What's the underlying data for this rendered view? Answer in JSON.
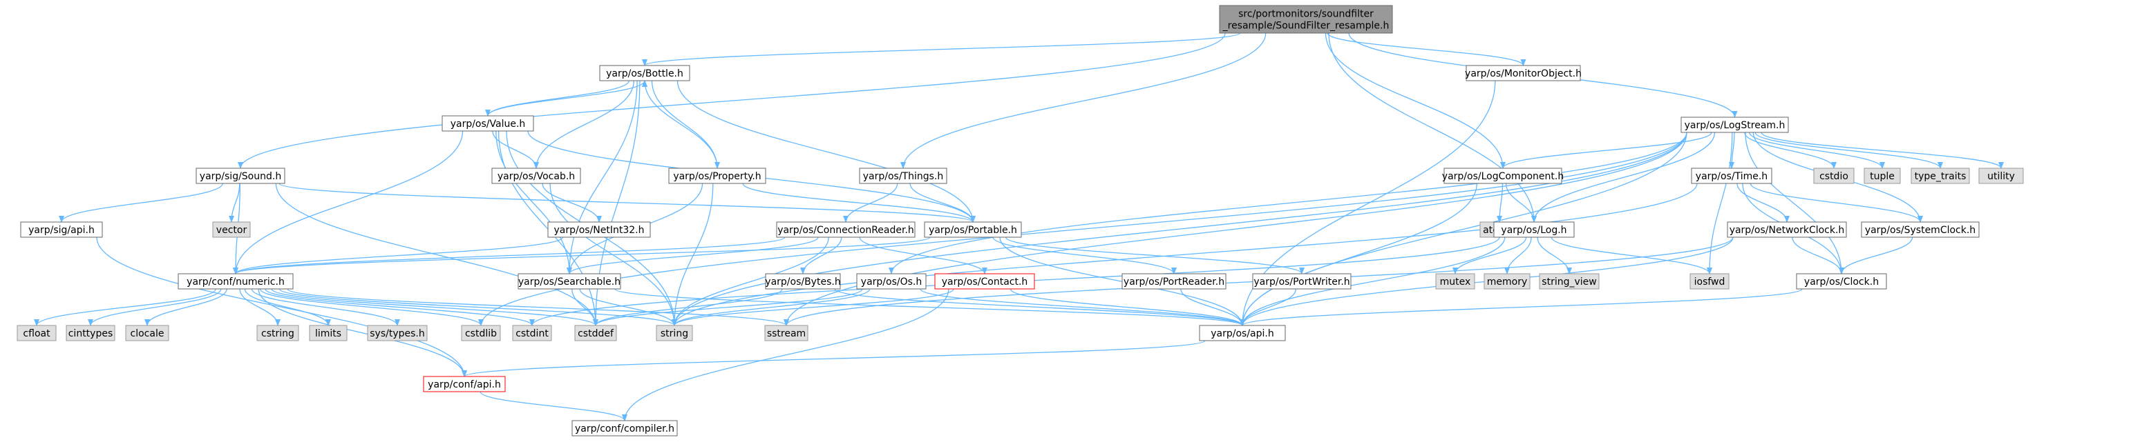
{
  "graph": {
    "edge_color": "#63b8ff",
    "colors": {
      "root_fill": "#999999",
      "root_stroke": "#666666",
      "node_fill": "#ffffff",
      "node_stroke": "#666666",
      "std_fill": "#e0e0e0",
      "std_stroke": "#999999",
      "red_stroke": "#ff0000"
    },
    "nodes": [
      {
        "id": "root",
        "lines": [
          "src/portmonitors/soundfilter",
          "_resample/SoundFilter_resample.h"
        ],
        "kind": "root"
      },
      {
        "id": "bottle",
        "lines": [
          "yarp/os/Bottle.h"
        ],
        "kind": "node"
      },
      {
        "id": "monitorobject",
        "lines": [
          "yarp/os/MonitorObject.h"
        ],
        "kind": "node"
      },
      {
        "id": "value",
        "lines": [
          "yarp/os/Value.h"
        ],
        "kind": "node"
      },
      {
        "id": "logstream",
        "lines": [
          "yarp/os/LogStream.h"
        ],
        "kind": "node"
      },
      {
        "id": "sound",
        "lines": [
          "yarp/sig/Sound.h"
        ],
        "kind": "node"
      },
      {
        "id": "vocab",
        "lines": [
          "yarp/os/Vocab.h"
        ],
        "kind": "node"
      },
      {
        "id": "property",
        "lines": [
          "yarp/os/Property.h"
        ],
        "kind": "node"
      },
      {
        "id": "things",
        "lines": [
          "yarp/os/Things.h"
        ],
        "kind": "node"
      },
      {
        "id": "logcomponent",
        "lines": [
          "yarp/os/LogComponent.h"
        ],
        "kind": "node"
      },
      {
        "id": "time",
        "lines": [
          "yarp/os/Time.h"
        ],
        "kind": "node"
      },
      {
        "id": "cstdio",
        "lines": [
          "cstdio"
        ],
        "kind": "std"
      },
      {
        "id": "tuple",
        "lines": [
          "tuple"
        ],
        "kind": "std"
      },
      {
        "id": "type_traits",
        "lines": [
          "type_traits"
        ],
        "kind": "std"
      },
      {
        "id": "utility",
        "lines": [
          "utility"
        ],
        "kind": "std"
      },
      {
        "id": "sigapi",
        "lines": [
          "yarp/sig/api.h"
        ],
        "kind": "node"
      },
      {
        "id": "vector",
        "lines": [
          "vector"
        ],
        "kind": "std"
      },
      {
        "id": "netint32",
        "lines": [
          "yarp/os/NetInt32.h"
        ],
        "kind": "node"
      },
      {
        "id": "portable",
        "lines": [
          "yarp/os/Portable.h"
        ],
        "kind": "node"
      },
      {
        "id": "connectionreader",
        "lines": [
          "yarp/os/ConnectionReader.h"
        ],
        "kind": "node"
      },
      {
        "id": "atomic",
        "lines": [
          "atomic"
        ],
        "kind": "std"
      },
      {
        "id": "log",
        "lines": [
          "yarp/os/Log.h"
        ],
        "kind": "node"
      },
      {
        "id": "networkclock",
        "lines": [
          "yarp/os/NetworkClock.h"
        ],
        "kind": "node"
      },
      {
        "id": "systemclock",
        "lines": [
          "yarp/os/SystemClock.h"
        ],
        "kind": "node"
      },
      {
        "id": "numeric",
        "lines": [
          "yarp/conf/numeric.h"
        ],
        "kind": "node"
      },
      {
        "id": "searchable",
        "lines": [
          "yarp/os/Searchable.h"
        ],
        "kind": "node"
      },
      {
        "id": "bytes",
        "lines": [
          "yarp/os/Bytes.h"
        ],
        "kind": "node"
      },
      {
        "id": "osos",
        "lines": [
          "yarp/os/Os.h"
        ],
        "kind": "node"
      },
      {
        "id": "contact",
        "lines": [
          "yarp/os/Contact.h"
        ],
        "kind": "red"
      },
      {
        "id": "portreader",
        "lines": [
          "yarp/os/PortReader.h"
        ],
        "kind": "node"
      },
      {
        "id": "portwriter",
        "lines": [
          "yarp/os/PortWriter.h"
        ],
        "kind": "node"
      },
      {
        "id": "mutex",
        "lines": [
          "mutex"
        ],
        "kind": "std"
      },
      {
        "id": "memory",
        "lines": [
          "memory"
        ],
        "kind": "std"
      },
      {
        "id": "string_view",
        "lines": [
          "string_view"
        ],
        "kind": "std"
      },
      {
        "id": "iosfwd",
        "lines": [
          "iosfwd"
        ],
        "kind": "std"
      },
      {
        "id": "clock",
        "lines": [
          "yarp/os/Clock.h"
        ],
        "kind": "node"
      },
      {
        "id": "cfloat",
        "lines": [
          "cfloat"
        ],
        "kind": "std"
      },
      {
        "id": "cinttypes",
        "lines": [
          "cinttypes"
        ],
        "kind": "std"
      },
      {
        "id": "clocale",
        "lines": [
          "clocale"
        ],
        "kind": "std"
      },
      {
        "id": "cstring",
        "lines": [
          "cstring"
        ],
        "kind": "std"
      },
      {
        "id": "limits",
        "lines": [
          "limits"
        ],
        "kind": "std"
      },
      {
        "id": "systypes",
        "lines": [
          "sys/types.h"
        ],
        "kind": "std"
      },
      {
        "id": "cstdlib",
        "lines": [
          "cstdlib"
        ],
        "kind": "std"
      },
      {
        "id": "cstdint",
        "lines": [
          "cstdint"
        ],
        "kind": "std"
      },
      {
        "id": "cstddef",
        "lines": [
          "cstddef"
        ],
        "kind": "std"
      },
      {
        "id": "string",
        "lines": [
          "string"
        ],
        "kind": "std"
      },
      {
        "id": "sstream",
        "lines": [
          "sstream"
        ],
        "kind": "std"
      },
      {
        "id": "osapi",
        "lines": [
          "yarp/os/api.h"
        ],
        "kind": "node"
      },
      {
        "id": "confapi",
        "lines": [
          "yarp/conf/api.h"
        ],
        "kind": "red"
      },
      {
        "id": "compiler",
        "lines": [
          "yarp/conf/compiler.h"
        ],
        "kind": "node"
      }
    ],
    "edges": [
      [
        "root",
        "bottle"
      ],
      [
        "root",
        "monitorobject"
      ],
      [
        "root",
        "logstream"
      ],
      [
        "root",
        "sound"
      ],
      [
        "root",
        "things"
      ],
      [
        "root",
        "logcomponent"
      ],
      [
        "root",
        "log"
      ],
      [
        "bottle",
        "value"
      ],
      [
        "bottle",
        "property"
      ],
      [
        "bottle",
        "vocab"
      ],
      [
        "bottle",
        "portable"
      ],
      [
        "bottle",
        "searchable"
      ],
      [
        "bottle",
        "cstddef"
      ],
      [
        "value",
        "bottle"
      ],
      [
        "value",
        "vocab"
      ],
      [
        "value",
        "portable"
      ],
      [
        "value",
        "searchable"
      ],
      [
        "value",
        "numeric"
      ],
      [
        "value",
        "string"
      ],
      [
        "value",
        "cstddef"
      ],
      [
        "vocab",
        "netint32"
      ],
      [
        "vocab",
        "string"
      ],
      [
        "property",
        "bottle"
      ],
      [
        "property",
        "portable"
      ],
      [
        "property",
        "searchable"
      ],
      [
        "property",
        "string"
      ],
      [
        "sound",
        "sigapi"
      ],
      [
        "sound",
        "vector"
      ],
      [
        "sound",
        "portable"
      ],
      [
        "sound",
        "numeric"
      ],
      [
        "sound",
        "cstddef"
      ],
      [
        "sigapi",
        "confapi"
      ],
      [
        "netint32",
        "numeric"
      ],
      [
        "things",
        "portable"
      ],
      [
        "things",
        "connectionreader"
      ],
      [
        "portable",
        "portreader"
      ],
      [
        "portable",
        "portwriter"
      ],
      [
        "portable",
        "osapi"
      ],
      [
        "portable",
        "numeric"
      ],
      [
        "connectionreader",
        "searchable"
      ],
      [
        "connectionreader",
        "bytes"
      ],
      [
        "connectionreader",
        "contact"
      ],
      [
        "connectionreader",
        "string"
      ],
      [
        "connectionreader",
        "numeric"
      ],
      [
        "searchable",
        "string"
      ],
      [
        "searchable",
        "cstddef"
      ],
      [
        "searchable",
        "osapi"
      ],
      [
        "bytes",
        "osapi"
      ],
      [
        "bytes",
        "cstddef"
      ],
      [
        "contact",
        "osapi"
      ],
      [
        "contact",
        "string"
      ],
      [
        "contact",
        "compiler"
      ],
      [
        "osos",
        "osapi"
      ],
      [
        "osos",
        "string"
      ],
      [
        "osos",
        "cstddef"
      ],
      [
        "portreader",
        "osapi"
      ],
      [
        "portwriter",
        "osapi"
      ],
      [
        "numeric",
        "cfloat"
      ],
      [
        "numeric",
        "cinttypes"
      ],
      [
        "numeric",
        "clocale"
      ],
      [
        "numeric",
        "cstring"
      ],
      [
        "numeric",
        "limits"
      ],
      [
        "numeric",
        "systypes"
      ],
      [
        "numeric",
        "cstdlib"
      ],
      [
        "numeric",
        "cstdint"
      ],
      [
        "numeric",
        "cstddef"
      ],
      [
        "numeric",
        "string"
      ],
      [
        "numeric",
        "sstream"
      ],
      [
        "numeric",
        "confapi"
      ],
      [
        "confapi",
        "compiler"
      ],
      [
        "osapi",
        "confapi"
      ],
      [
        "monitorobject",
        "osapi"
      ],
      [
        "logstream",
        "logcomponent"
      ],
      [
        "logstream",
        "log"
      ],
      [
        "logstream",
        "time"
      ],
      [
        "logstream",
        "cstdio"
      ],
      [
        "logstream",
        "tuple"
      ],
      [
        "logstream",
        "type_traits"
      ],
      [
        "logstream",
        "utility"
      ],
      [
        "logstream",
        "systemclock"
      ],
      [
        "logstream",
        "clock"
      ],
      [
        "logstream",
        "iosfwd"
      ],
      [
        "logstream",
        "osapi"
      ],
      [
        "logstream",
        "string"
      ],
      [
        "logstream",
        "sstream"
      ],
      [
        "logstream",
        "osos"
      ],
      [
        "logstream",
        "cstdlib"
      ],
      [
        "logcomponent",
        "atomic"
      ],
      [
        "logcomponent",
        "log"
      ],
      [
        "logcomponent",
        "osapi"
      ],
      [
        "log",
        "mutex"
      ],
      [
        "log",
        "memory"
      ],
      [
        "log",
        "string_view"
      ],
      [
        "log",
        "iosfwd"
      ],
      [
        "log",
        "osapi"
      ],
      [
        "log",
        "cstdint"
      ],
      [
        "time",
        "networkclock"
      ],
      [
        "time",
        "systemclock"
      ],
      [
        "time",
        "clock"
      ],
      [
        "time",
        "string"
      ],
      [
        "networkclock",
        "clock"
      ],
      [
        "networkclock",
        "osapi"
      ],
      [
        "networkclock",
        "sstream"
      ],
      [
        "systemclock",
        "clock"
      ],
      [
        "clock",
        "osapi"
      ]
    ]
  }
}
